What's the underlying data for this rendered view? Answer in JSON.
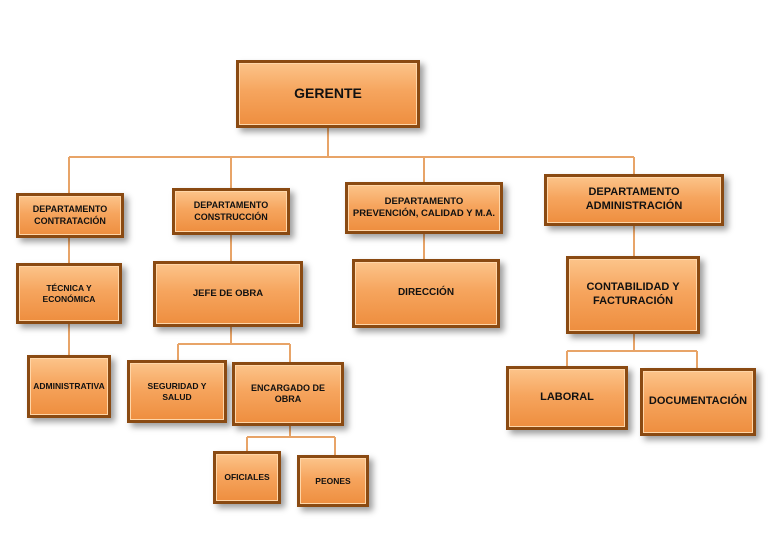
{
  "chart": {
    "gerente": "GERENTE",
    "dept_contratacion": "DEPARTAMENTO CONTRATACIÓN",
    "dept_construccion": "DEPARTAMENTO CONSTRUCCIÓN",
    "dept_prevencion": "DEPARTAMENTO PREVENCIÓN, CALIDAD Y M.A.",
    "dept_administracion": "DEPARTAMENTO ADMINISTRACIÓN",
    "tecnica_economica": "TÉCNICA Y ECONÓMICA",
    "administrativa": "ADMINISTRATIVA",
    "jefe_obra": "JEFE DE OBRA",
    "seguridad_salud": "SEGURIDAD Y SALUD",
    "encargado_obra": "ENCARGADO DE OBRA",
    "oficiales": "OFICIALES",
    "peones": "PEONES",
    "direccion": "DIRECCIÓN",
    "contabilidad": "CONTABILIDAD Y FACTURACIÓN",
    "laboral": "LABORAL",
    "documentacion": "DOCUMENTACIÓN"
  },
  "colors": {
    "box_fill_top": "#fcc48a",
    "box_fill_bottom": "#ee8e3f",
    "box_border": "#8a4a12",
    "connector": "#e8a468"
  }
}
